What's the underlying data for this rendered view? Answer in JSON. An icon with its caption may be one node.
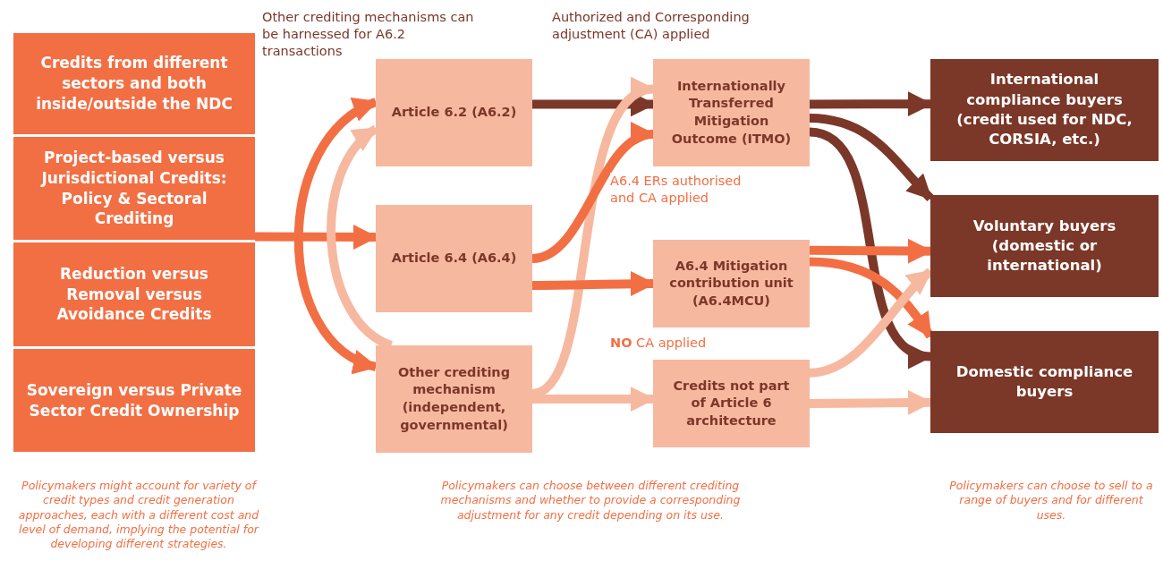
{
  "diagram": {
    "nodes": [
      {
        "text": [
          "Credits from different sectors and both inside/outside the NDC"
        ]
      },
      {
        "text": [
          "Project-based versus Jurisdictional Credits: Policy & Sectoral Crediting"
        ]
      },
      {
        "text": [
          "Reduction versus Removal versus Avoidance Credits"
        ]
      },
      {
        "text": [
          "Sovereign versus Private Sector Credit Ownership"
        ]
      },
      {
        "text": [
          "Article 6.2 (A6.2)"
        ]
      },
      {
        "text": [
          "Article 6.4 (A6.4)"
        ]
      },
      {
        "text": [
          "Other crediting mechanism (independent, governmental)"
        ]
      },
      {
        "text": [
          "Internationally Transferred Mitigation Outcome (ITMO)"
        ]
      },
      {
        "text": [
          "A6.4 Mitigation contribution unit (A6.4MCU)"
        ]
      },
      {
        "text": [
          "Credits not part of Article 6 architecture"
        ]
      },
      {
        "text": [
          "International compliance buyers (credit used for NDC, CORSIA, etc.)"
        ]
      },
      {
        "text": [
          "Voluntary buyers (domestic or international)"
        ]
      },
      {
        "text": [
          "Domestic compliance buyers"
        ]
      }
    ],
    "edges": [
      {
        "from": 1,
        "to": 5,
        "arrow": "to"
      },
      {
        "from": 4,
        "to": 6,
        "arrow": "both"
      },
      {
        "from": 6,
        "to": 4,
        "arrow": "to",
        "color": "#f7b8a0"
      },
      {
        "from": 4,
        "to": 7,
        "arrow": "to",
        "color": "#7b3728"
      },
      {
        "from": 6,
        "to": 7,
        "arrow": "to",
        "color": "#f7b8a0"
      },
      {
        "from": 5,
        "to": 7,
        "arrow": "to",
        "label": "A6.4 ERs authorised and CA applied"
      },
      {
        "from": 5,
        "to": 8,
        "arrow": "to"
      },
      {
        "from": 6,
        "to": 9,
        "arrow": "to",
        "color": "#f7b8a0"
      },
      {
        "from": 7,
        "to": 10,
        "arrow": "to",
        "color": "#7b3728"
      },
      {
        "from": 7,
        "to": 11,
        "arrow": "to",
        "color": "#7b3728"
      },
      {
        "from": 7,
        "to": 12,
        "arrow": "to",
        "color": "#7b3728"
      },
      {
        "from": 8,
        "to": 11,
        "arrow": "to"
      },
      {
        "from": 8,
        "to": 12,
        "arrow": "to"
      },
      {
        "from": 9,
        "to": 11,
        "arrow": "to",
        "color": "#f7b8a0"
      },
      {
        "from": 9,
        "to": 12,
        "arrow": "to",
        "color": "#f7b8a0"
      }
    ],
    "labels": [
      "Other crediting mechanisms can be harnessed for A6.2 transactions",
      "Authorized and Corresponding adjustment (CA) applied",
      "**NO** CA applied",
      "Policymakers might account for variety of credit types and credit generation approaches, each with a different cost and level of demand, implying the potential for developing different strategies.",
      "Policymakers can choose between different crediting mechanisms and whether to provide a corresponding adjustment for any credit depending on its use.",
      "Policymakers can choose to sell to a range of buyers and for different uses."
    ]
  }
}
